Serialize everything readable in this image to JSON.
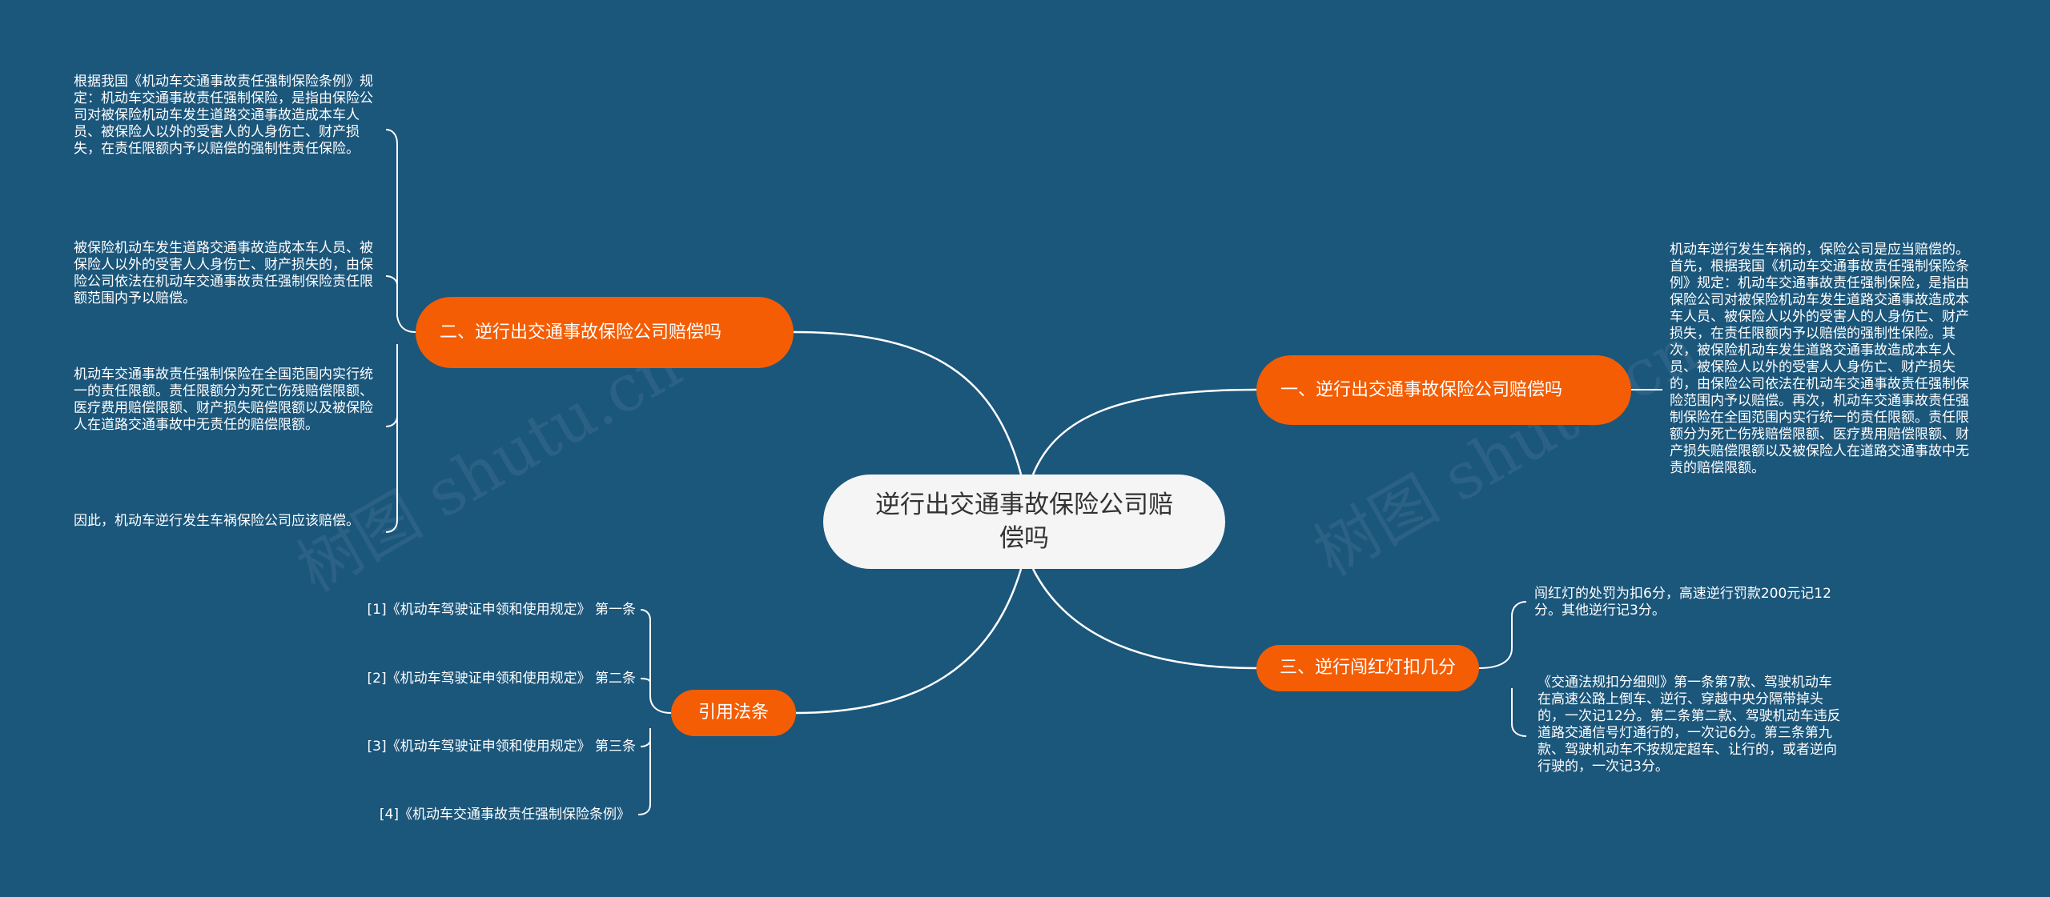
{
  "mindmap": {
    "center": {
      "label": "逆行出交通事故保险公司赔偿吗"
    },
    "branches": [
      {
        "id": "b1",
        "label": "一、逆行出交通事故保险公司赔偿吗",
        "color": "#f45d03",
        "children": [
          "机动车逆行发生车祸的，保险公司是应当赔偿的。首先，根据我国《机动车交通事故责任强制保险条例》规定：机动车交通事故责任强制保险，是指由保险公司对被保险机动车发生道路交通事故造成本车人员、被保险人以外的受害人的人身伤亡、财产损失，在责任限额内予以赔偿的强制性保险。其次，被保险机动车发生道路交通事故造成本车人员、被保险人以外的受害人人身伤亡、财产损失的，由保险公司依法在机动车交通事故责任强制保险范围内予以赔偿。再次，机动车交通事故责任强制保险在全国范围内实行统一的责任限额。责任限额分为死亡伤残赔偿限额、医疗费用赔偿限额、财产损失赔偿限额以及被保险人在道路交通事故中无责的赔偿限额。"
        ]
      },
      {
        "id": "b2",
        "label": "二、逆行出交通事故保险公司赔偿吗",
        "color": "#f45d03",
        "children": [
          "根据我国《机动车交通事故责任强制保险条例》规定：机动车交通事故责任强制保险，是指由保险公司对被保险机动车发生道路交通事故造成本车人员、被保险人以外的受害人的人身伤亡、财产损失，在责任限额内予以赔偿的强制性责任保险。",
          "被保险机动车发生道路交通事故造成本车人员、被保险人以外的受害人人身伤亡、财产损失的，由保险公司依法在机动车交通事故责任强制保险责任限额范围内予以赔偿。",
          "机动车交通事故责任强制保险在全国范围内实行统一的责任限额。责任限额分为死亡伤残赔偿限额、医疗费用赔偿限额、财产损失赔偿限额以及被保险人在道路交通事故中无责任的赔偿限额。",
          "因此，机动车逆行发生车祸保险公司应该赔偿。"
        ]
      },
      {
        "id": "b3",
        "label": "三、逆行闯红灯扣几分",
        "color": "#f45d03",
        "children": [
          "闯红灯的处罚为扣6分，高速逆行罚款200元记12分。其他逆行记3分。",
          "《交通法规扣分细则》第一条第7款、驾驶机动车在高速公路上倒车、逆行、穿越中央分隔带掉头的，一次记12分。第二条第二款、驾驶机动车违反道路交通信号灯通行的，一次记6分。第三条第九款、驾驶机动车不按规定超车、让行的，或者逆向行驶的，一次记3分。"
        ]
      },
      {
        "id": "b4",
        "label": "引用法条",
        "color": "#f45d03",
        "children": [
          "[1]《机动车驾驶证申领和使用规定》 第一条",
          "[2]《机动车驾驶证申领和使用规定》 第二条",
          "[3]《机动车驾驶证申领和使用规定》 第三条",
          "[4]《机动车交通事故责任强制保险条例》"
        ]
      }
    ]
  },
  "watermark": "树图 shutu.cn",
  "colors": {
    "background": "#1b567b",
    "branch": "#f45d03",
    "center": "#f5f5f5",
    "line": "#ffffff"
  }
}
